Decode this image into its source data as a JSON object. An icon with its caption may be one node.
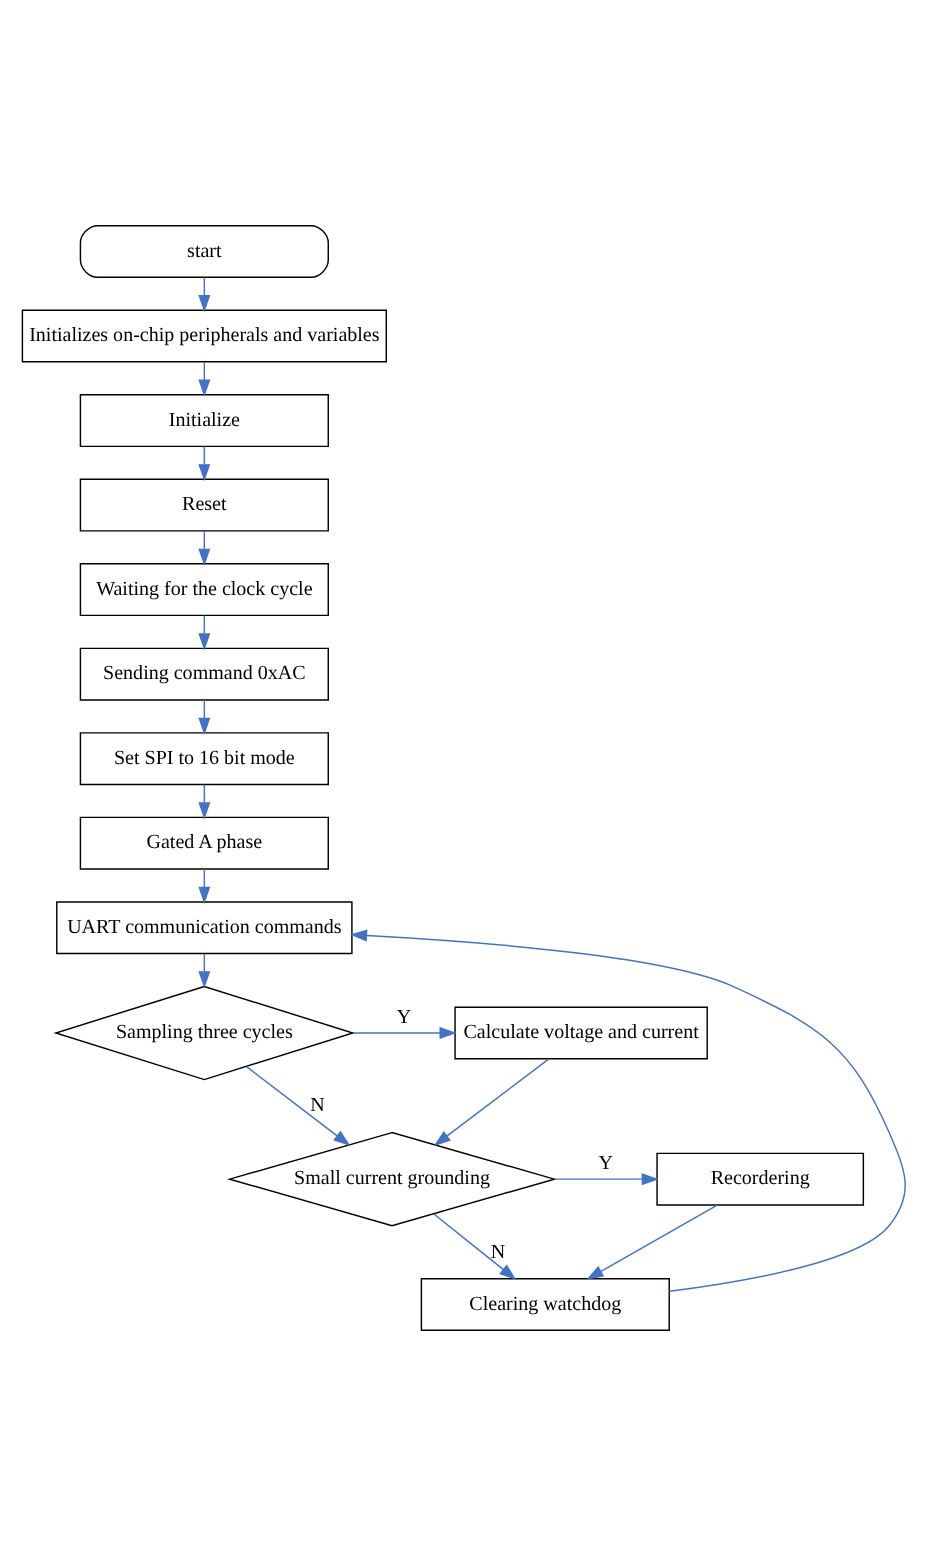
{
  "diagram": {
    "nodes": [
      {
        "text": [
          "start"
        ]
      },
      {
        "text": [
          "Initializes on-chip peripherals and variables"
        ]
      },
      {
        "text": [
          "Initialize"
        ]
      },
      {
        "text": [
          "Reset"
        ]
      },
      {
        "text": [
          "Waiting for the clock cycle"
        ]
      },
      {
        "text": [
          "Sending command 0xAC"
        ]
      },
      {
        "text": [
          "Set SPI to 16 bit mode"
        ]
      },
      {
        "text": [
          "Gated A phase"
        ]
      },
      {
        "text": [
          "UART communication commands"
        ]
      },
      {
        "text": [
          "Sampling three cycles"
        ]
      },
      {
        "text": [
          "Calculate voltage and current"
        ]
      },
      {
        "text": [
          "Small current grounding"
        ]
      },
      {
        "text": [
          "Recordering"
        ]
      },
      {
        "text": [
          "Clearing watchdog"
        ]
      }
    ],
    "edges": [
      {
        "from": 0,
        "to": 1,
        "arrow": "to"
      },
      {
        "from": 1,
        "to": 2,
        "arrow": "to"
      },
      {
        "from": 2,
        "to": 3,
        "arrow": "to"
      },
      {
        "from": 3,
        "to": 4,
        "arrow": "to"
      },
      {
        "from": 4,
        "to": 5,
        "arrow": "to"
      },
      {
        "from": 5,
        "to": 6,
        "arrow": "to"
      },
      {
        "from": 6,
        "to": 7,
        "arrow": "to"
      },
      {
        "from": 7,
        "to": 8,
        "arrow": "to"
      },
      {
        "from": 8,
        "to": 9,
        "arrow": "to"
      },
      {
        "from": 9,
        "to": 10,
        "arrow": "to",
        "label": "Y"
      },
      {
        "from": 9,
        "to": 11,
        "arrow": "to",
        "label": "N"
      },
      {
        "from": 10,
        "to": 11,
        "arrow": "to"
      },
      {
        "from": 11,
        "to": 12,
        "arrow": "to",
        "label": "Y"
      },
      {
        "from": 11,
        "to": 13,
        "arrow": "to",
        "label": "N"
      },
      {
        "from": 12,
        "to": 13,
        "arrow": "to"
      },
      {
        "from": 13,
        "to": 8,
        "arrow": "to"
      }
    ]
  }
}
